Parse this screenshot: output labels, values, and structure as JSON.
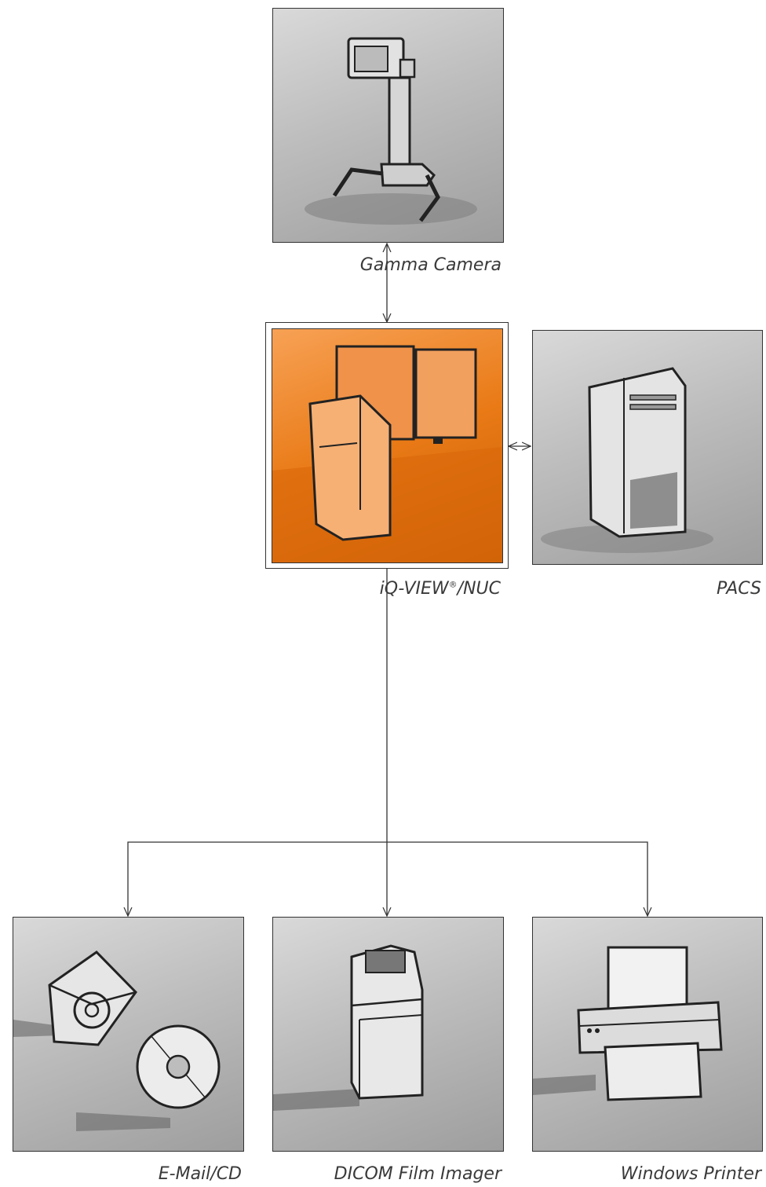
{
  "nodes": {
    "gamma_camera": {
      "label": "Gamma Camera",
      "icon": "gamma-camera-icon"
    },
    "iqview": {
      "label_main": "iQ-VIEW",
      "label_reg": "®",
      "label_suffix": "/NUC",
      "icon": "workstation-icon",
      "accent": "#e97a16"
    },
    "pacs": {
      "label": "PACS",
      "icon": "server-tower-icon"
    },
    "email_cd": {
      "label": "E-Mail/CD",
      "icon": "email-cd-icon"
    },
    "film_imager": {
      "label": "DICOM Film Imager",
      "icon": "film-imager-icon"
    },
    "printer": {
      "label": "Windows Printer",
      "icon": "printer-icon"
    }
  }
}
